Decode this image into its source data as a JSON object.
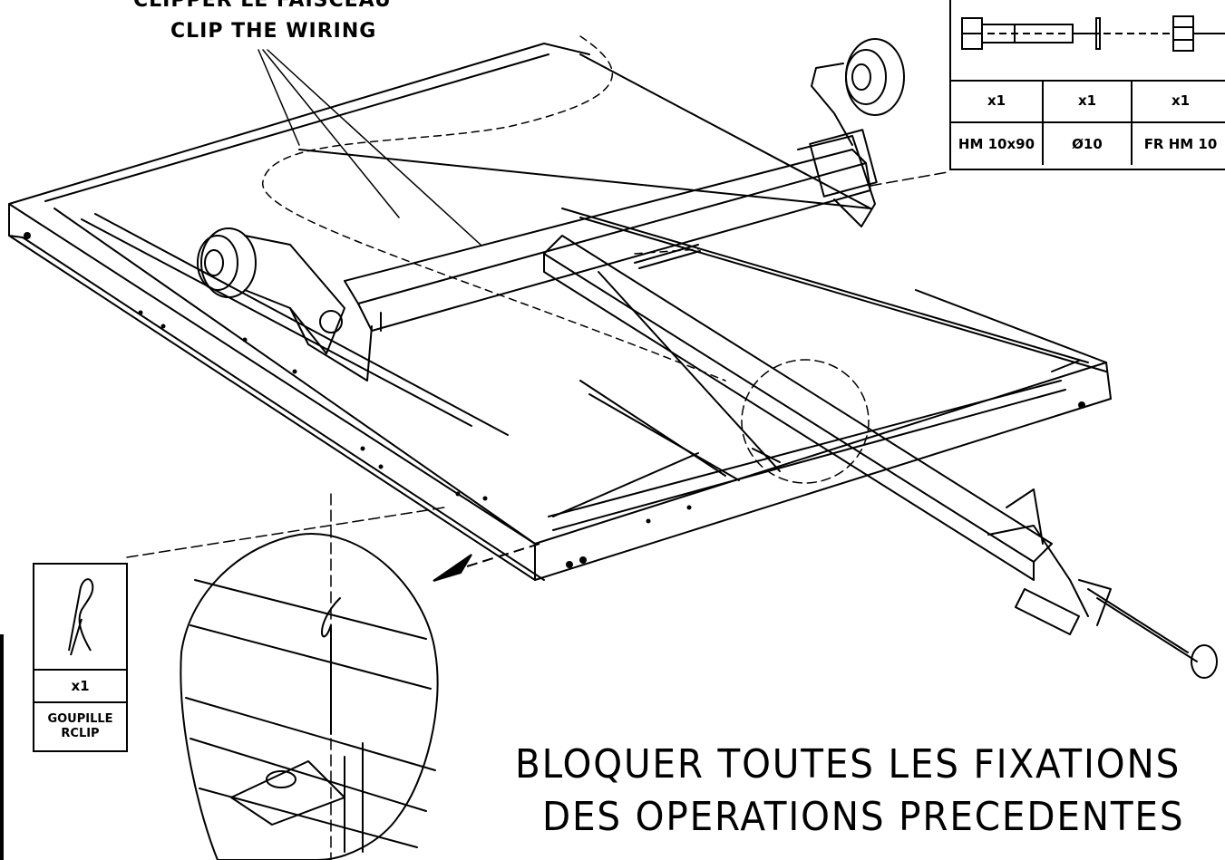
{
  "labels": {
    "clip_fr": "CLIPPER LE FAISCEAU",
    "clip_en": "CLIP THE WIRING"
  },
  "parts_table": {
    "quantities": [
      "x1",
      "x1",
      "x1"
    ],
    "references": [
      "HM 10x90",
      "Ø10",
      "FR HM 10"
    ]
  },
  "clip_part": {
    "quantity": "x1",
    "ref_line1": "GOUPILLE",
    "ref_line2": "RCLIP"
  },
  "instruction": {
    "line1": "BLOQUER TOUTES LES FIXATIONS",
    "line2": "DES OPERATIONS PRECEDENTES"
  }
}
